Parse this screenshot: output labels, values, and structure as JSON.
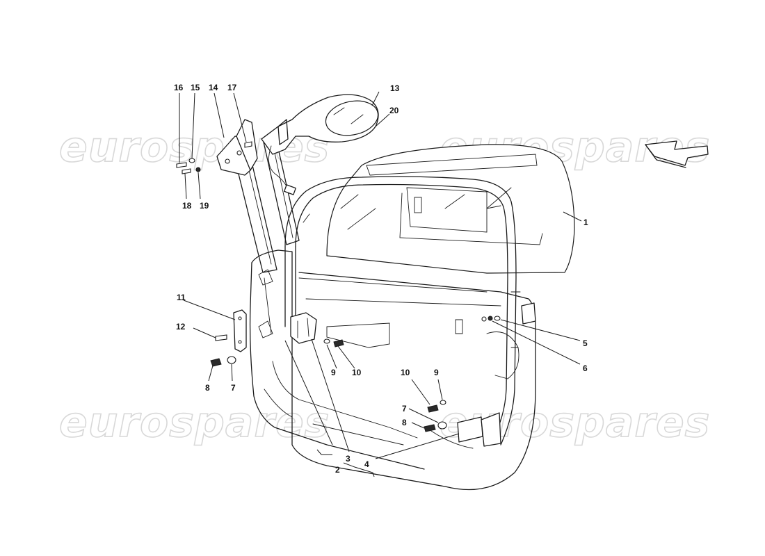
{
  "watermark": {
    "text": "eurospares"
  },
  "labels": {
    "l1": "1",
    "l2": "2",
    "l3": "3",
    "l4": "4",
    "l5": "5",
    "l6": "6",
    "l7a": "7",
    "l7b": "7",
    "l8a": "8",
    "l8b": "8",
    "l9a": "9",
    "l9b": "9",
    "l10a": "10",
    "l10b": "10",
    "l11": "11",
    "l12": "12",
    "l13": "13",
    "l14": "14",
    "l15": "15",
    "l16": "16",
    "l17": "17",
    "l18": "18",
    "l19": "19",
    "l20": "20"
  }
}
